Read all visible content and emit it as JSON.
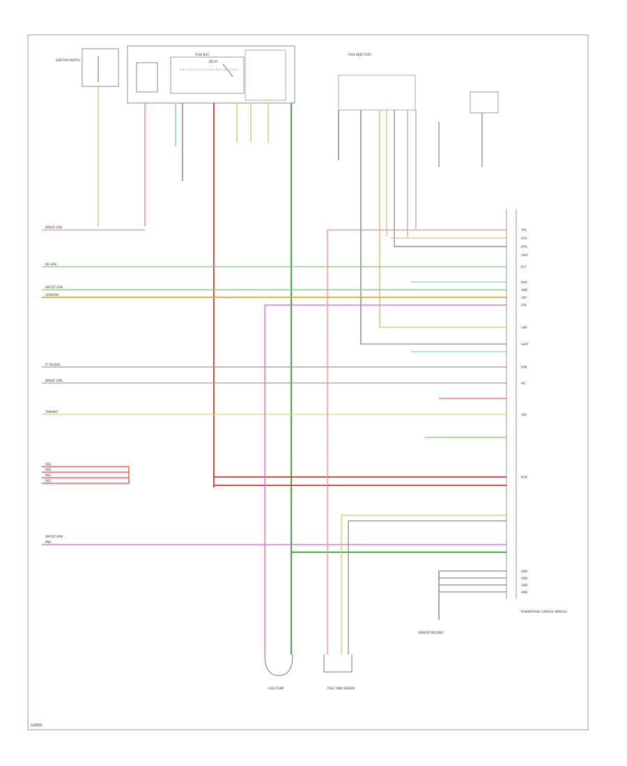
{
  "title_top": "",
  "wire_codes_left": [
    "BRN/LT GRN",
    "DK GRN",
    "WHT/LT GRN",
    "GRN/ORN",
    "LT YEL/BLK",
    "BRN/LT GRN",
    "TAN/WHT",
    "RED",
    "RED",
    "RED",
    "RED",
    "WHT/LT GRN",
    "PNK"
  ],
  "pin_labels_right": [
    "TPS",
    "OTS",
    "IATS",
    "VREF",
    "ECT",
    "MAP",
    "GND",
    "CKP",
    "FPR",
    "CMP",
    "SHRT",
    "FPM",
    "IAC",
    "VSS",
    "PCM",
    "GND",
    "GND",
    "GND",
    "GND"
  ],
  "components": {
    "ignition_switch": "IGNITION SWITCH",
    "fuse_box": "FUSE BOX",
    "relay": "RELAY",
    "injectors": "FUEL INJECTORS",
    "sensor_ground": "SENSOR GROUND",
    "fuel_pump": "FUEL PUMP",
    "fuel_tank_sensor": "FUEL TANK SENSOR",
    "pcm": "POWERTRAIN CONTROL MODULE"
  },
  "footer_code": "G2600"
}
